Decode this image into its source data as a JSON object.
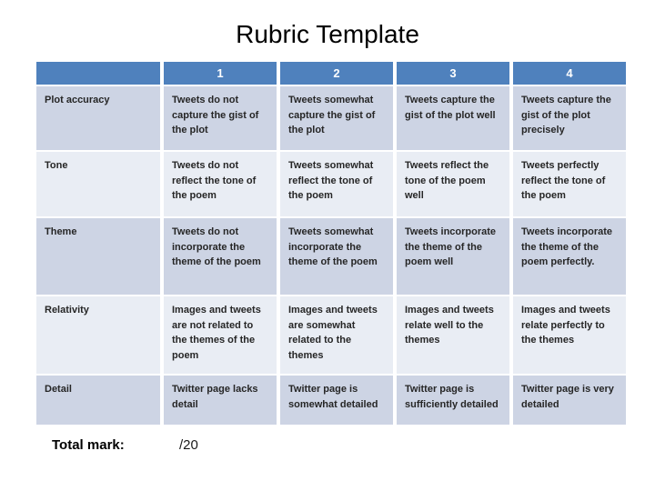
{
  "title": "Rubric Template",
  "table": {
    "header": [
      "",
      "1",
      "2",
      "3",
      "4"
    ],
    "rows": [
      {
        "criterion": "Plot accuracy",
        "levels": [
          "Tweets do not capture the gist of the plot",
          "Tweets somewhat capture the gist of the plot",
          "Tweets capture the gist of the plot well",
          "Tweets capture the gist of the plot precisely"
        ]
      },
      {
        "criterion": "Tone",
        "levels": [
          "Tweets do not reflect the tone of the poem",
          "Tweets somewhat reflect the tone of the poem",
          "Tweets reflect the tone of the poem well",
          "Tweets perfectly reflect the tone of the poem"
        ]
      },
      {
        "criterion": "Theme",
        "levels": [
          "Tweets do not incorporate the theme of the poem",
          "Tweets somewhat incorporate the theme of the poem",
          "Tweets incorporate the theme of the poem well",
          "Tweets incorporate the theme of the poem perfectly."
        ]
      },
      {
        "criterion": "Relativity",
        "levels": [
          "Images and tweets are not related to the themes of the poem",
          "Images and tweets are somewhat related to the themes",
          "Images and tweets relate well to the themes",
          "Images and tweets relate perfectly to the themes"
        ]
      },
      {
        "criterion": "Detail",
        "levels": [
          "Twitter page lacks detail",
          "Twitter page is somewhat detailed",
          "Twitter page is sufficiently detailed",
          "Twitter page is very detailed"
        ]
      }
    ]
  },
  "footer": {
    "total_label": "Total mark:",
    "total_value": "/20"
  },
  "colors": {
    "header_bg": "#4f81bd",
    "band_dark": "#cdd4e4",
    "band_light": "#e9edf4",
    "title_color": "#000000",
    "cell_text": "#262626"
  }
}
